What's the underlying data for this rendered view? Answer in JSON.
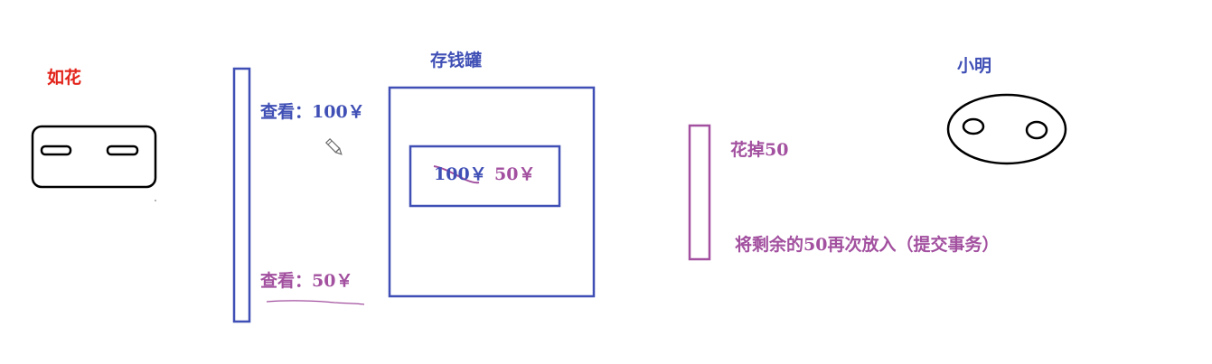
{
  "colors": {
    "red": "#e2231a",
    "blue": "#3f4fb5",
    "purple": "#a2509f",
    "black": "#000000"
  },
  "left_person": {
    "name": "如花"
  },
  "right_person": {
    "name": "小明"
  },
  "piggy_bank": {
    "title": "存钱罐",
    "old_amount": "100￥",
    "new_amount": "50￥"
  },
  "left_timeline": {
    "view_first": "查看：100￥",
    "view_second": "查看：50￥",
    "pencil_icon": "pencil-icon"
  },
  "right_timeline": {
    "spend": "花掉50",
    "commit": "将剩余的50再次放入（提交事务）"
  }
}
